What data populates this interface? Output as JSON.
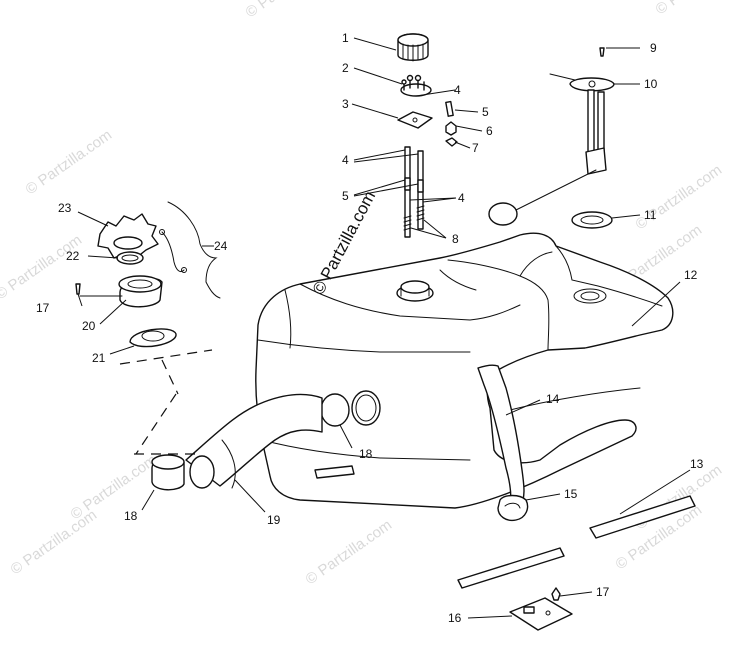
{
  "diagram": {
    "watermark": "© Partzilla.com",
    "callouts": [
      {
        "id": "c1",
        "text": "1"
      },
      {
        "id": "c2",
        "text": "2"
      },
      {
        "id": "c3",
        "text": "3"
      },
      {
        "id": "c4a",
        "text": "4"
      },
      {
        "id": "c5a",
        "text": "5"
      },
      {
        "id": "c6",
        "text": "6"
      },
      {
        "id": "c7",
        "text": "7"
      },
      {
        "id": "c4b",
        "text": "4"
      },
      {
        "id": "c5b",
        "text": "5"
      },
      {
        "id": "c4c",
        "text": "4"
      },
      {
        "id": "c8",
        "text": "8"
      },
      {
        "id": "c9",
        "text": "9"
      },
      {
        "id": "c10",
        "text": "10"
      },
      {
        "id": "c11",
        "text": "11"
      },
      {
        "id": "c12",
        "text": "12"
      },
      {
        "id": "c13",
        "text": "13"
      },
      {
        "id": "c14",
        "text": "14"
      },
      {
        "id": "c15",
        "text": "15"
      },
      {
        "id": "c16",
        "text": "16"
      },
      {
        "id": "c17a",
        "text": "17"
      },
      {
        "id": "c17b",
        "text": "17"
      },
      {
        "id": "c18a",
        "text": "18"
      },
      {
        "id": "c18b",
        "text": "18"
      },
      {
        "id": "c19",
        "text": "19"
      },
      {
        "id": "c20",
        "text": "20"
      },
      {
        "id": "c21",
        "text": "21"
      },
      {
        "id": "c22",
        "text": "22"
      },
      {
        "id": "c23",
        "text": "23"
      },
      {
        "id": "c24",
        "text": "24"
      }
    ]
  }
}
